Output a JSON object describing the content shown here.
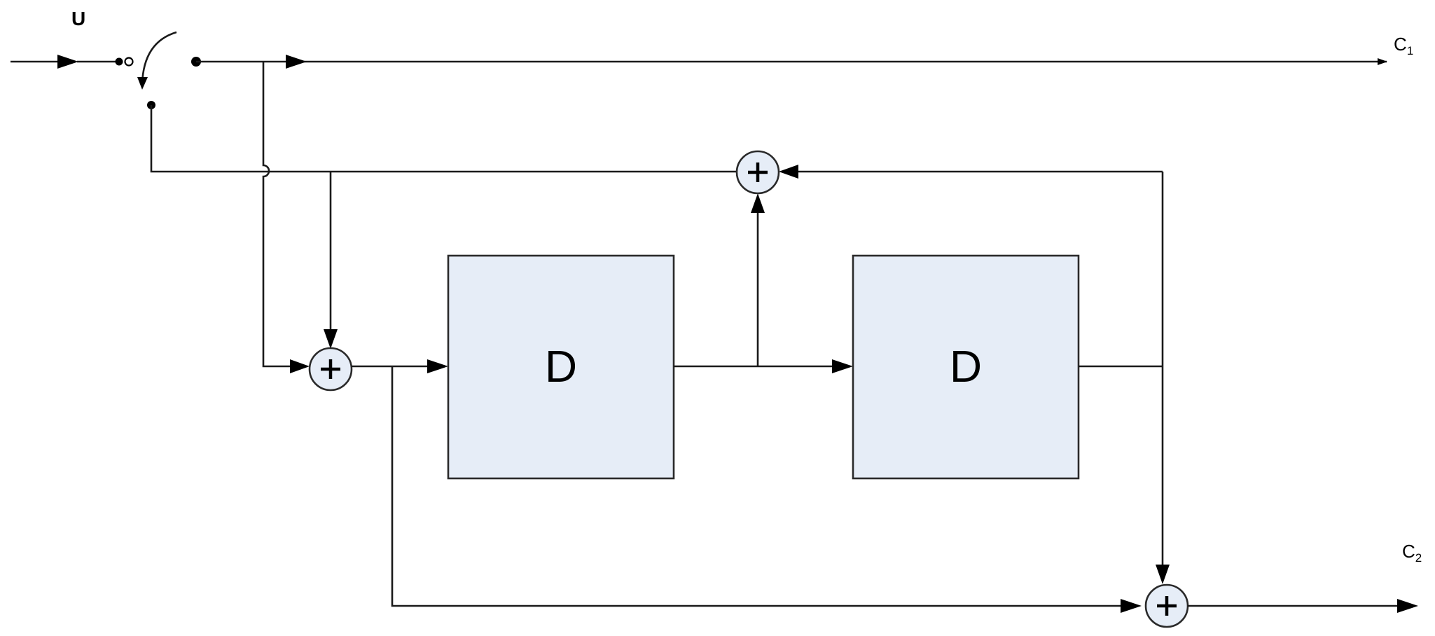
{
  "input": {
    "label": "U"
  },
  "outputs": [
    {
      "label": "C",
      "subscript": "1"
    },
    {
      "label": "C",
      "subscript": "2"
    }
  ],
  "delays": [
    {
      "label": "D"
    },
    {
      "label": "D"
    }
  ],
  "adders": [
    {
      "symbol": "+"
    },
    {
      "symbol": "+"
    },
    {
      "symbol": "+"
    }
  ]
}
